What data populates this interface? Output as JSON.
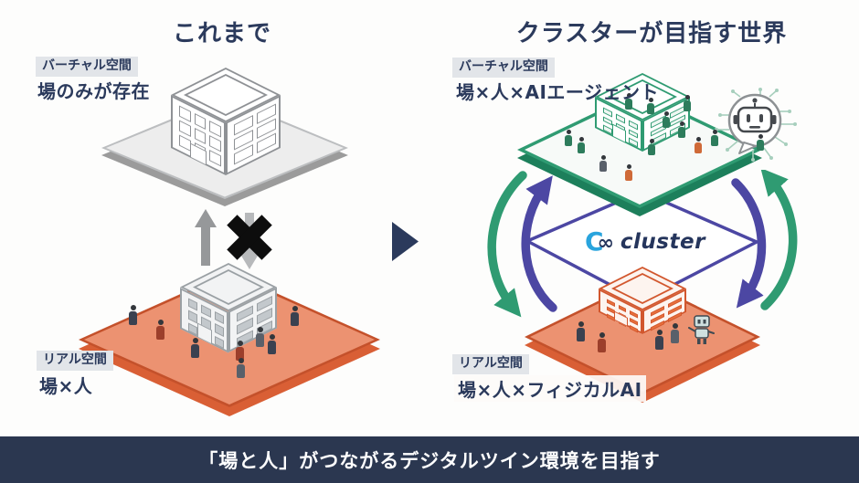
{
  "left_panel": {
    "title": "これまで",
    "virtual_label": "バーチャル空間",
    "virtual_caption": "場のみが存在",
    "real_label": "リアル空間",
    "real_caption": "場×人"
  },
  "right_panel": {
    "title": "クラスターが目指す世界",
    "virtual_label": "バーチャル空間",
    "virtual_caption": "場×人×AIエージェント",
    "real_label": "リアル空間",
    "real_caption": "場×人×フィジカルAI",
    "logo_text": "cluster"
  },
  "banner_text": "「場と人」がつながるデジタルツイン環境を目指す",
  "colors": {
    "navy": "#2b3a5c",
    "banner_bg": "#2b3750",
    "green": "#2f9b72",
    "purple": "#4c47a3",
    "orange_platform_top": "#ec9271",
    "orange_platform_side": "#d95f35",
    "gray_platform_top": "#ededed",
    "logo_blue": "#29a4dd"
  }
}
